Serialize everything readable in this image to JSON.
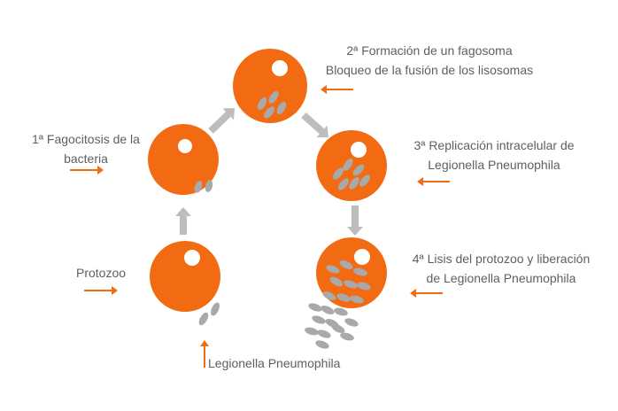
{
  "colors": {
    "cell": "#f26a12",
    "pointer": "#f26a12",
    "flow_arrow": "#bdbdbd",
    "bacterium": "#a9a9a9",
    "nucleus": "#ffffff",
    "text": "#5f5f5f"
  },
  "stages": [
    {
      "lines": [
        "Protozoo"
      ]
    },
    {
      "lines": [
        "1ª Fagocitosis de la",
        "bacteria"
      ]
    },
    {
      "lines": [
        "2ª Formación de un fagosoma",
        "Bloqueo de la fusión de los lisosomas"
      ]
    },
    {
      "lines": [
        "3ª Replicación intracelular de",
        "Legionella Pneumophila"
      ]
    },
    {
      "lines": [
        "4ª Lisis del protozoo y liberación",
        "de Legionella Pneumophila"
      ]
    }
  ],
  "bacterium_label": "Legionella Pneumophila"
}
